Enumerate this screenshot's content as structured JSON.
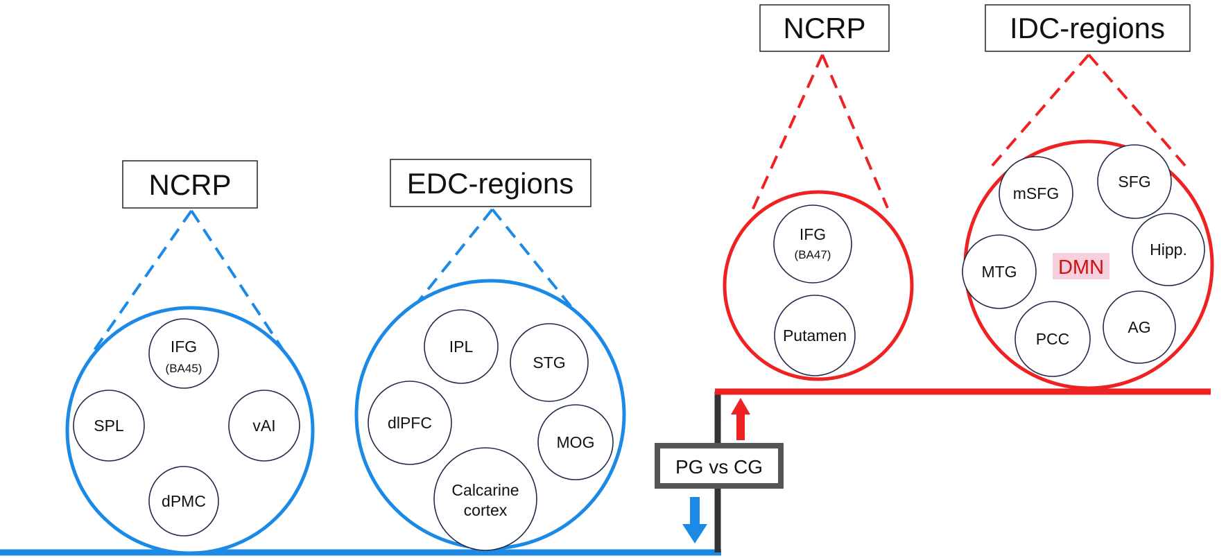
{
  "left_group": {
    "ncrp_label": "NCRP",
    "regions": [
      {
        "name": "IFG",
        "sub": "(BA45)"
      },
      {
        "name": "SPL"
      },
      {
        "name": "vAI"
      },
      {
        "name": "dPMC"
      }
    ]
  },
  "edc_group": {
    "label": "EDC-regions",
    "regions": [
      {
        "name": "IPL"
      },
      {
        "name": "STG"
      },
      {
        "name": "dlPFC"
      },
      {
        "name": "MOG"
      },
      {
        "name": "Calcarine",
        "name2": "cortex"
      }
    ]
  },
  "right_ncrp_group": {
    "label": "NCRP",
    "regions": [
      {
        "name": "IFG",
        "sub": "(BA47)"
      },
      {
        "name": "Putamen"
      }
    ]
  },
  "idc_group": {
    "label": "IDC-regions",
    "center_label": "DMN",
    "regions": [
      {
        "name": "mSFG"
      },
      {
        "name": "SFG"
      },
      {
        "name": "Hipp."
      },
      {
        "name": "MTG"
      },
      {
        "name": "AG"
      },
      {
        "name": "PCC"
      }
    ]
  },
  "comparison_label": "PG vs CG",
  "colors": {
    "decrease": "#1a8ae6",
    "increase": "#ee2222",
    "dmn_highlight": "#f8cfdc",
    "step_gray": "#333333"
  }
}
